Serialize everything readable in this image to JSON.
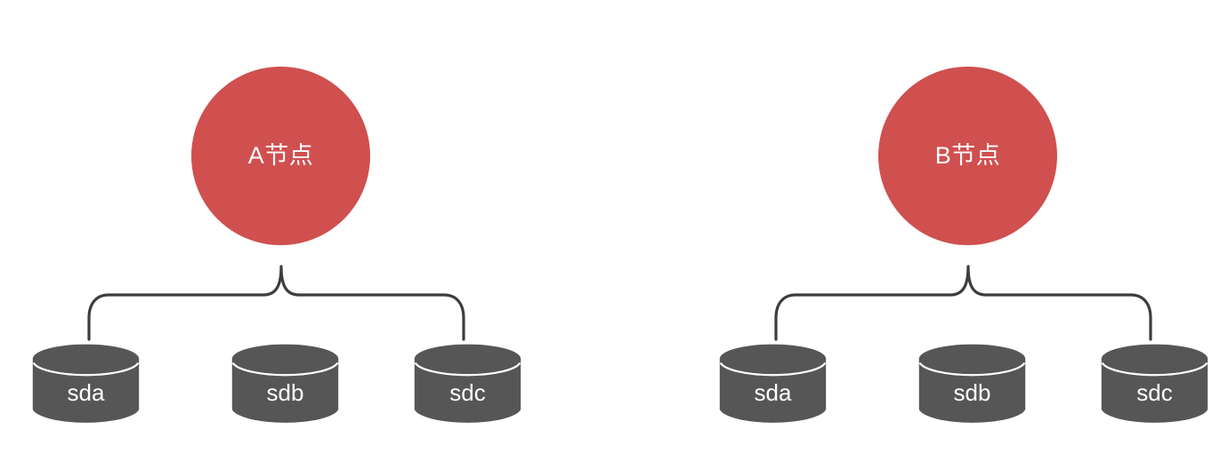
{
  "diagram": {
    "type": "node-storage-topology",
    "background_color": "#ffffff",
    "node_color": "#d04f4f",
    "disk_color": "#565656",
    "connector_color": "#3d3d3d",
    "text_color": "#ffffff",
    "groups": [
      {
        "id": "group-a",
        "node_label": "A节点",
        "connector": "curly-brace",
        "disks": [
          {
            "label": "sda",
            "icon": "database-cylinder-icon"
          },
          {
            "label": "sdb",
            "icon": "database-cylinder-icon"
          },
          {
            "label": "sdc",
            "icon": "database-cylinder-icon"
          }
        ]
      },
      {
        "id": "group-b",
        "node_label": "B节点",
        "connector": "curly-brace",
        "disks": [
          {
            "label": "sda",
            "icon": "database-cylinder-icon"
          },
          {
            "label": "sdb",
            "icon": "database-cylinder-icon"
          },
          {
            "label": "sdc",
            "icon": "database-cylinder-icon"
          }
        ]
      }
    ]
  }
}
